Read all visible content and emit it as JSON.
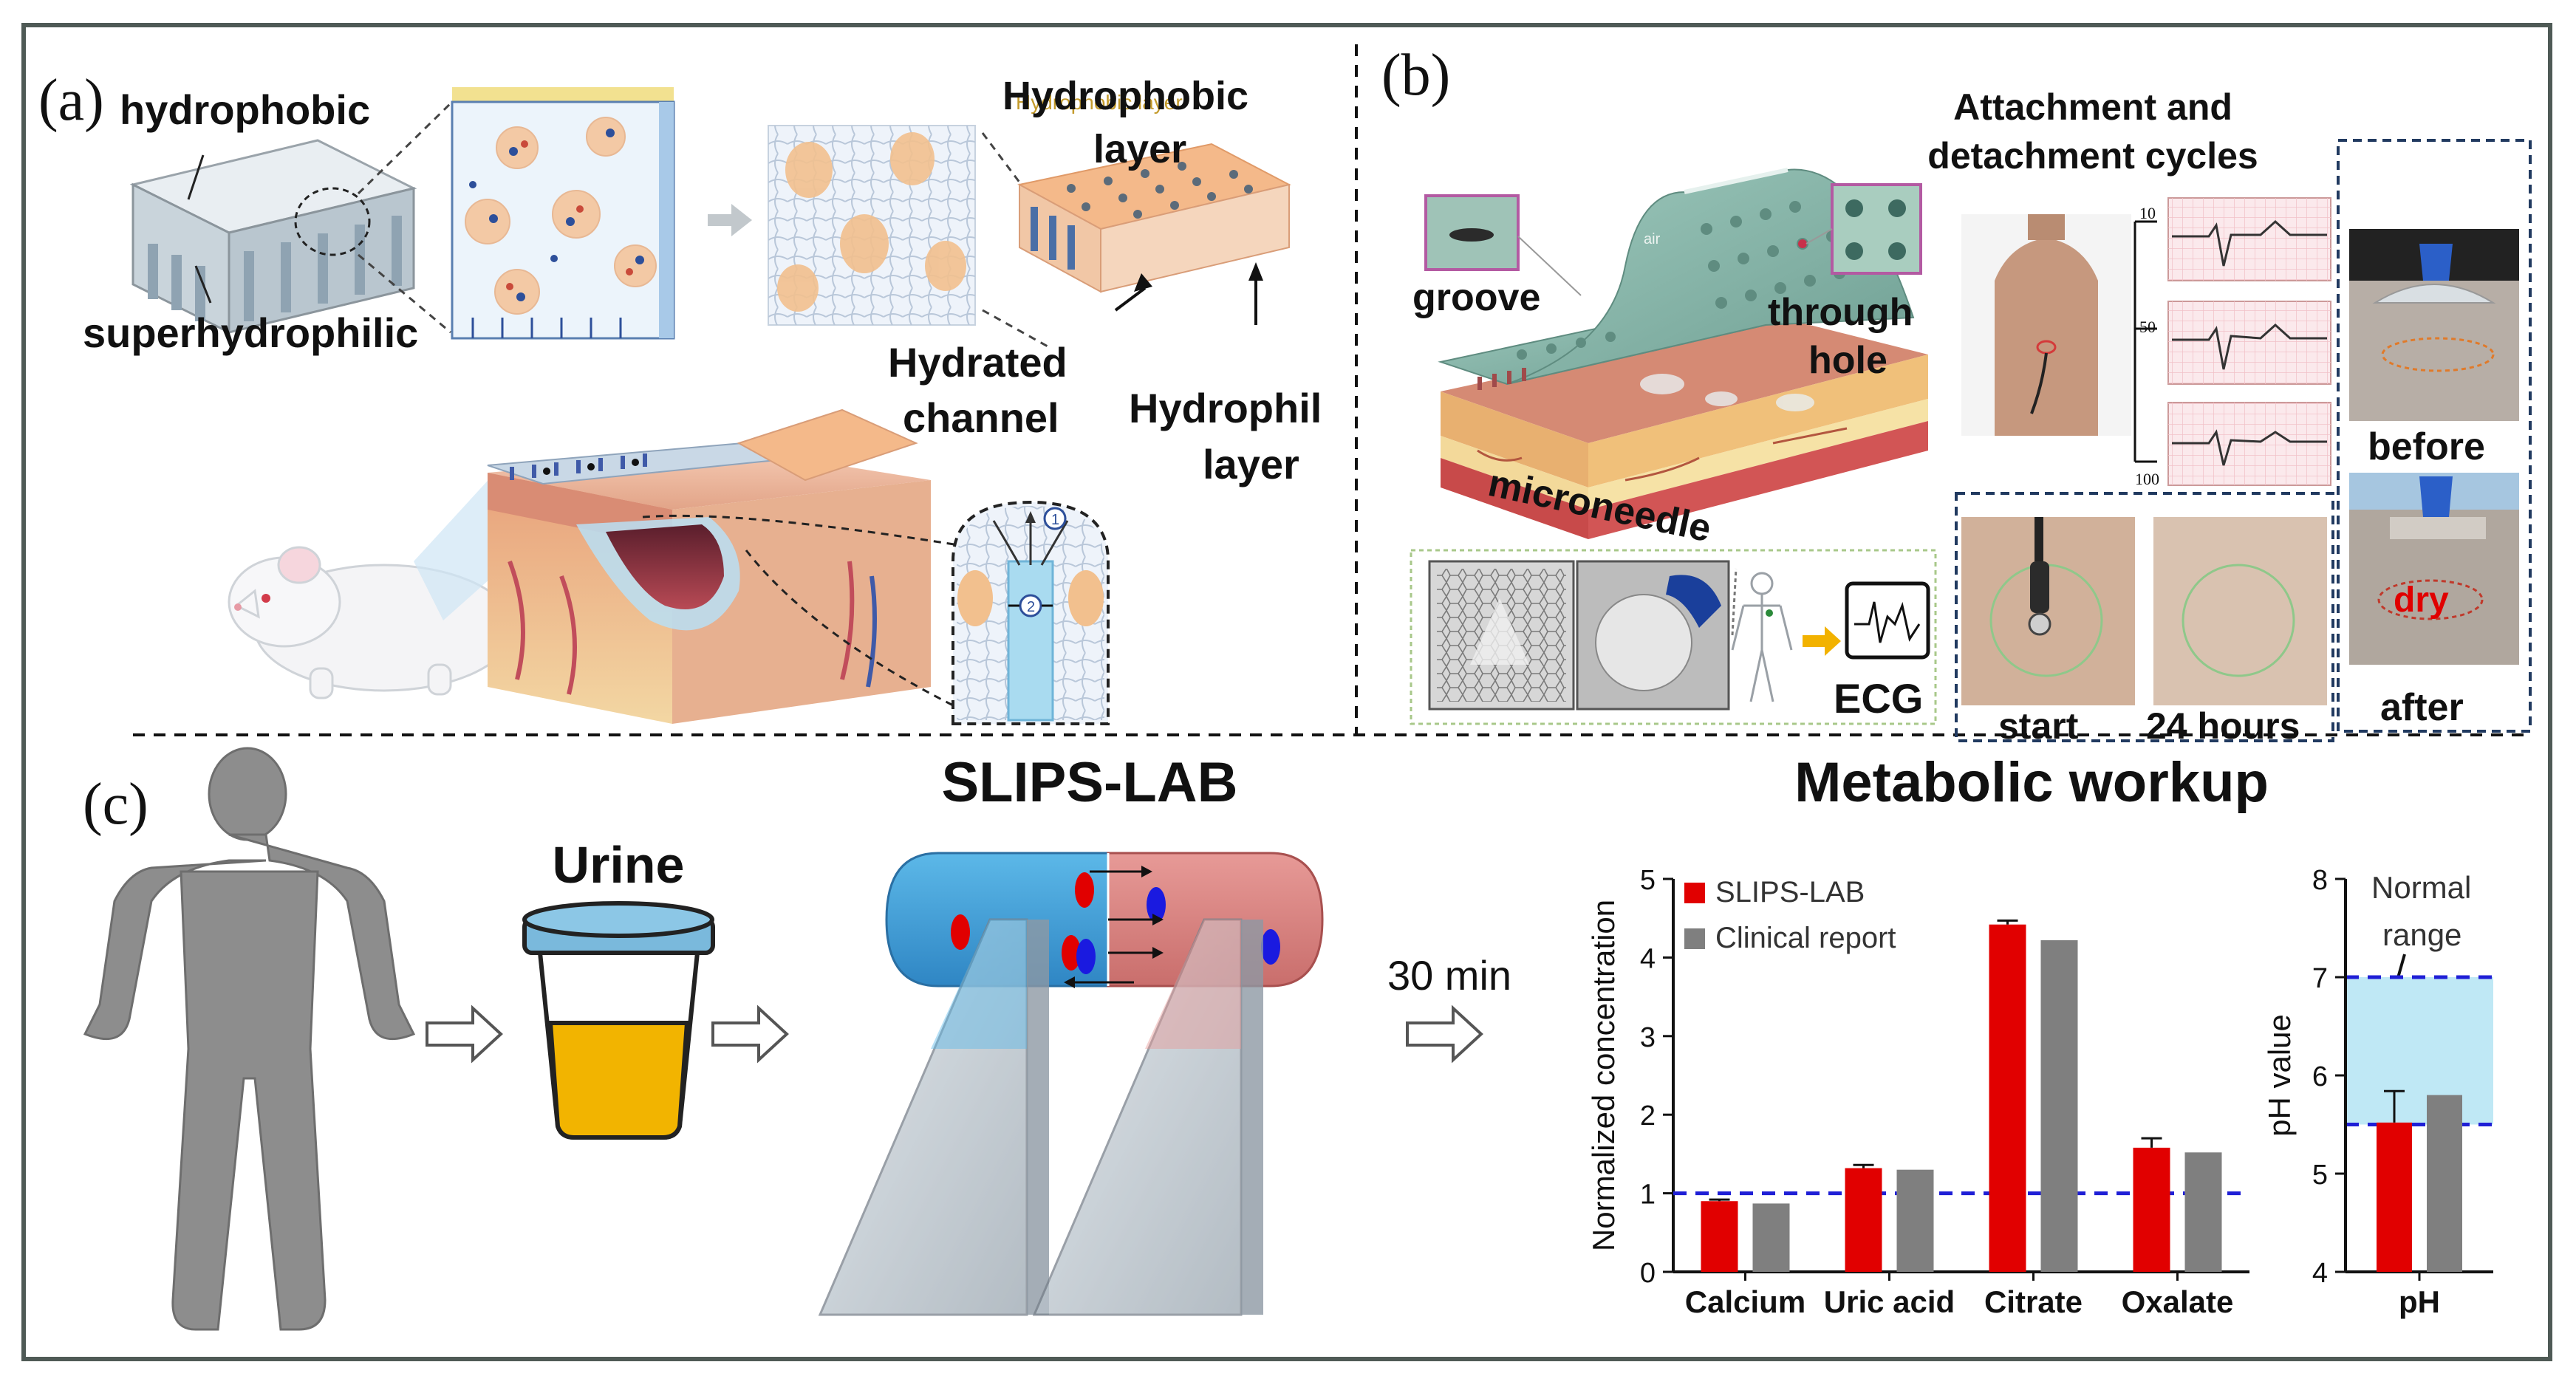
{
  "panel_a": {
    "letter": "(a)",
    "hydrophobic": "hydrophobic",
    "superhydrophilic": "superhydrophilic",
    "hydrophobic_layer_l1": "Hydrophobic",
    "hydrophobic_layer_l2": "layer",
    "hydrophobic_layer_small": "Hydrophobic layer",
    "hydrated_l1": "Hydrated",
    "hydrated_l2": "channel",
    "hydrophil_l1": "Hydrophil",
    "hydrophil_l2": "layer",
    "marker_1": "1",
    "marker_2": "2"
  },
  "panel_b": {
    "letter": "(b)",
    "cycles_l1": "Attachment and",
    "cycles_l2": "detachment cycles",
    "groove": "groove",
    "through_l1": "through",
    "through_l2": "hole",
    "microneedle": "microneedle",
    "air": "air",
    "ecg": "ECG",
    "tick_10": "10",
    "tick_50": "50",
    "tick_100": "100",
    "before": "before",
    "after": "after",
    "dry": "dry",
    "start": "start",
    "hours24": "24 hours"
  },
  "panel_c": {
    "letter": "(c)",
    "urine": "Urine",
    "slips": "SLIPS-LAB",
    "time": "30 min",
    "metabolic": "Metabolic workup"
  },
  "colors": {
    "frame": "#4f5a56",
    "slips": "#e10000",
    "clinical": "#7f7f7f",
    "dashed": "#1f1fd6",
    "normal_range": "#bfe8f5",
    "urine": "#f2b400",
    "cup_lid": "#7ab9dc"
  },
  "chart_data": [
    {
      "type": "bar",
      "categories": [
        "Calcium",
        "Uric acid",
        "Citrate",
        "Oxalate"
      ],
      "series": [
        {
          "name": "SLIPS-LAB",
          "values": [
            0.9,
            1.32,
            4.42,
            1.58
          ],
          "error": [
            0.02,
            0.04,
            0.05,
            0.12
          ]
        },
        {
          "name": "Clinical report",
          "values": [
            0.87,
            1.3,
            4.22,
            1.52
          ]
        }
      ],
      "ylabel": "Normalized concentration",
      "yticks": [
        "0",
        "1",
        "2",
        "3",
        "4",
        "5"
      ],
      "ylim": [
        0,
        5
      ],
      "reference_line": 1,
      "legend": "top-left"
    },
    {
      "type": "bar",
      "categories": [
        "pH"
      ],
      "series": [
        {
          "name": "SLIPS-LAB",
          "values": [
            5.52
          ],
          "error": [
            0.32
          ]
        },
        {
          "name": "Clinical report",
          "values": [
            5.8
          ]
        }
      ],
      "ylabel": "pH value",
      "yticks": [
        "4",
        "5",
        "6",
        "7",
        "8"
      ],
      "ylim": [
        4,
        8
      ],
      "normal_range": [
        5.5,
        7.0
      ],
      "annotation_l1": "Normal",
      "annotation_l2": "range"
    }
  ]
}
